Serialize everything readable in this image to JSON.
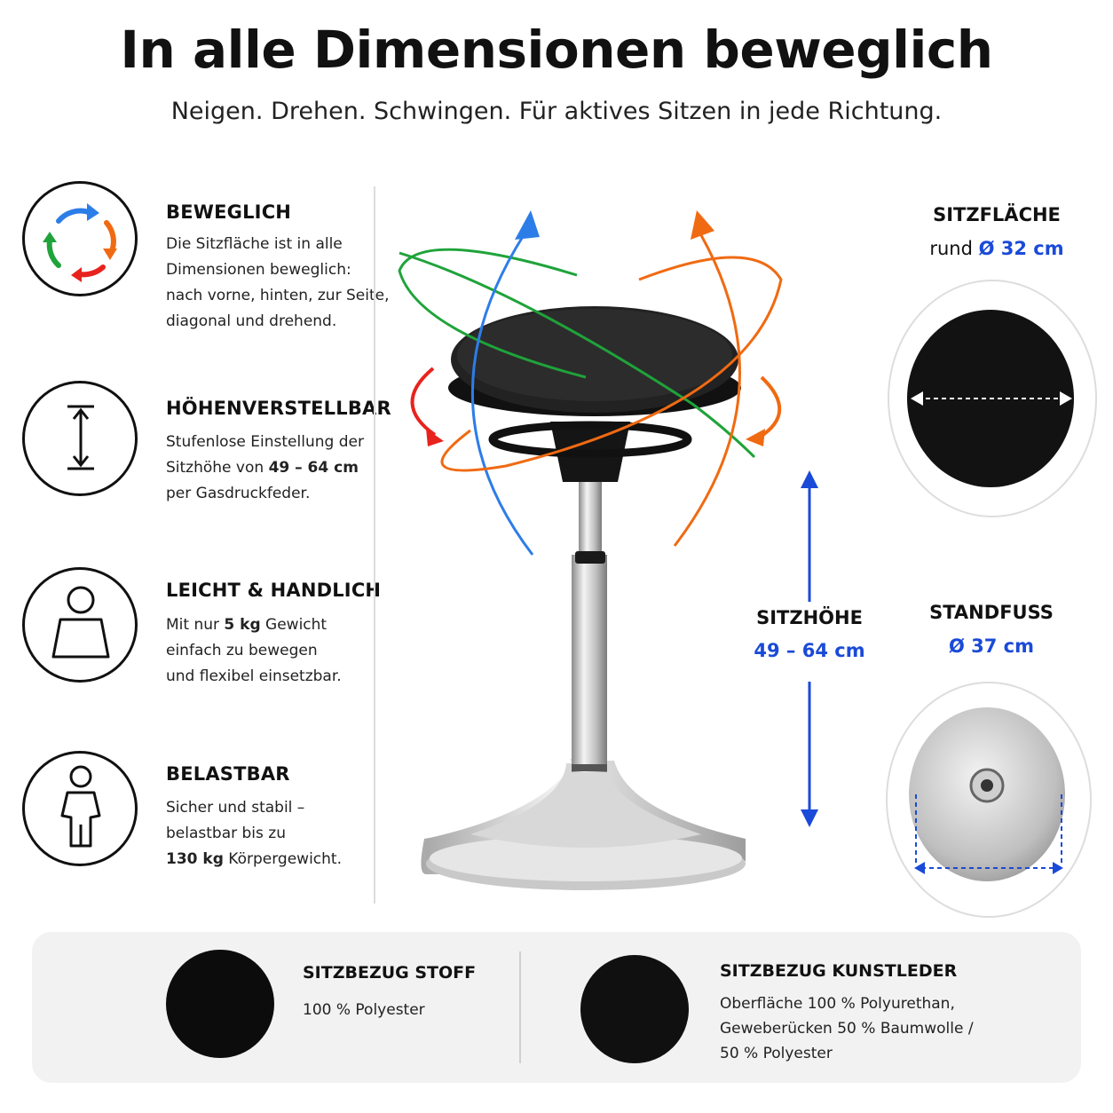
{
  "header": {
    "title": "In alle Dimensionen beweglich",
    "subtitle": "Neigen. Drehen. Schwingen. Für aktives Sitzen in jede Richtung."
  },
  "features": [
    {
      "icon": "rotation-arrows-icon",
      "heading": "BEWEGLICH",
      "lines": [
        "Die Sitzfläche ist in alle",
        "Dimensionen beweglich:",
        "nach vorne, hinten, zur Seite,",
        "diagonal und drehend."
      ]
    },
    {
      "icon": "height-adjust-icon",
      "heading": "HÖHENVERSTELLBAR",
      "line1": "Stufenlose Einstellung der",
      "line2_pre": "Sitzhöhe von ",
      "line2_bold": "49 – 64 cm",
      "line3": "per Gasdruckfeder."
    },
    {
      "icon": "person-light-icon",
      "heading": "LEICHT & HANDLICH",
      "line1_pre": "Mit nur ",
      "line1_bold": "5 kg",
      "line1_post": " Gewicht",
      "line2": "einfach zu bewegen",
      "line3": "und flexibel einsetzbar."
    },
    {
      "icon": "person-standing-icon",
      "heading": "BELASTBAR",
      "line1": "Sicher und stabil –",
      "line2": "belastbar bis zu",
      "line3_bold": "130 kg",
      "line3_post": " Körpergewicht."
    }
  ],
  "labels": {
    "sitzflaeche_head": "SITZFLÄCHE",
    "sitzflaeche_pre": "rund ",
    "sitzflaeche_val": "Ø 32 cm",
    "sitzhoehe_head": "SITZHÖHE",
    "sitzhoehe_val": "49 – 64 cm",
    "standfuss_head": "STANDFUSS",
    "standfuss_val": "Ø 37 cm"
  },
  "materials": [
    {
      "heading": "SITZBEZUG STOFF",
      "lines": [
        "100 % Polyester"
      ]
    },
    {
      "heading": "SITZBEZUG KUNSTLEDER",
      "lines": [
        "Oberfläche 100 % Polyurethan,",
        "Geweberücken 50 % Baumwolle /",
        "50 % Polyester"
      ]
    }
  ],
  "colors": {
    "accent_blue": "#1a4ad8",
    "arrow_green": "#1fa33a",
    "arrow_orange": "#f06a12",
    "arrow_red": "#e8231d",
    "arrow_blue": "#2d7de8"
  }
}
